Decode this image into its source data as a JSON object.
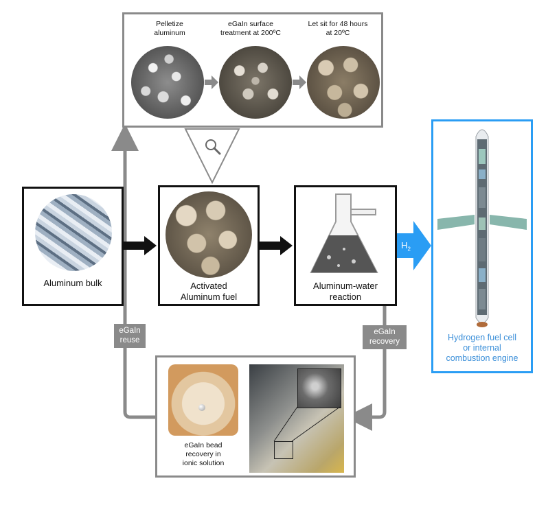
{
  "process_top": {
    "step1": "Pelletize\naluminum",
    "step2": "eGaIn surface\ntreatment at 200ºC",
    "step3": "Let sit for 48 hours\nat 20ºC"
  },
  "main_flow": {
    "bulk_label": "Aluminum bulk",
    "fuel_label": "Activated\nAluminum fuel",
    "reaction_label": "Aluminum-water\nreaction",
    "h2_label": "H",
    "h2_subscript": "2"
  },
  "output": {
    "label": "Hydrogen fuel cell\nor internal\ncombustion engine"
  },
  "loop": {
    "reuse_label": "eGaIn\nreuse",
    "recovery_label": "eGaIn\nrecovery",
    "bead_caption": "eGaIn bead\nrecovery in\nionic solution"
  },
  "colors": {
    "frame_black": "#111111",
    "frame_grey": "#8a8a8a",
    "accent_blue": "#2a9df4",
    "output_text_blue": "#3b8fd9"
  },
  "icons": {
    "zoom": "magnifier-icon"
  }
}
